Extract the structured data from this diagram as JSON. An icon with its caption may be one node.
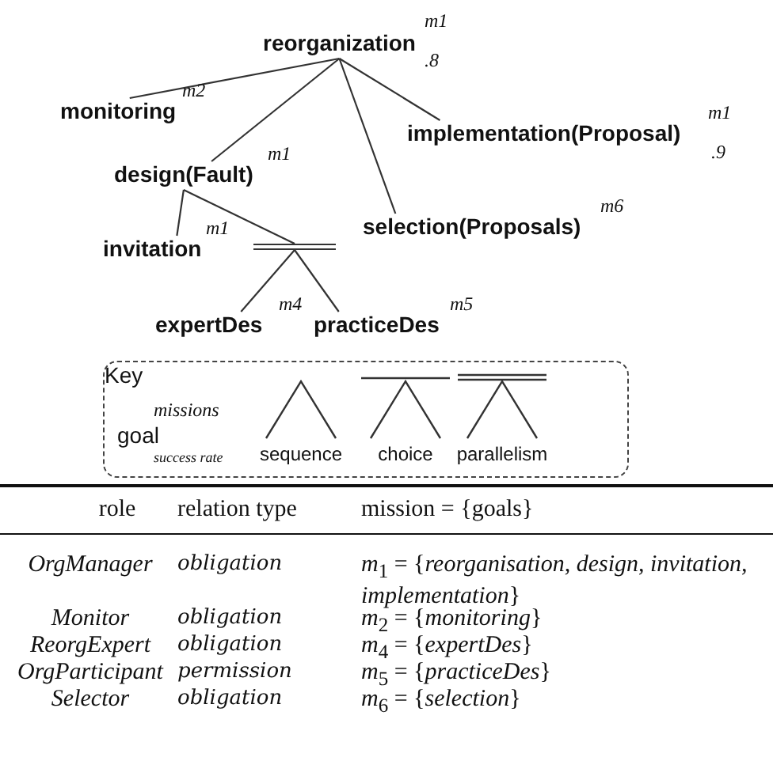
{
  "diagram": {
    "nodes": [
      {
        "text": [
          "reorganization"
        ],
        "beside": [
          "m1",
          ".8"
        ]
      },
      {
        "text": [
          "monitoring"
        ],
        "beside": [
          "m2"
        ]
      },
      {
        "text": [
          "implementation(Proposal)"
        ],
        "beside": [
          "m1",
          ".9"
        ]
      },
      {
        "text": [
          "design(Fault)"
        ],
        "beside": [
          "m1"
        ]
      },
      {
        "text": [
          "selection(Proposals)"
        ],
        "beside": [
          "m6"
        ]
      },
      {
        "text": [
          "invitation"
        ],
        "beside": [
          "m1"
        ]
      },
      {
        "text": [],
        "shape": "bar"
      },
      {
        "text": [
          "expertDes"
        ],
        "beside": [
          "m4"
        ]
      },
      {
        "text": [
          "practiceDes"
        ],
        "beside": [
          "m5"
        ]
      },
      {
        "text": [
          "Key"
        ]
      },
      {
        "text": [
          "goal"
        ],
        "in": 9,
        "beside": [
          "missions",
          "success rate"
        ]
      },
      {
        "text": [
          "sequence"
        ],
        "in": 9
      },
      {
        "text": [
          "choice"
        ],
        "in": 9
      },
      {
        "text": [
          "parallelism"
        ],
        "in": 9
      }
    ],
    "edges": [
      {
        "from": 0,
        "to": 1,
        "arrow": "none"
      },
      {
        "from": 0,
        "to": 3,
        "arrow": "none"
      },
      {
        "from": 0,
        "to": 4,
        "arrow": "none"
      },
      {
        "from": 0,
        "to": 2,
        "arrow": "none"
      },
      {
        "from": 3,
        "to": 5,
        "arrow": "none"
      },
      {
        "from": 3,
        "to": 6,
        "arrow": "none"
      },
      {
        "from": 6,
        "to": 7,
        "arrow": "none"
      },
      {
        "from": 6,
        "to": 8,
        "arrow": "none"
      }
    ],
    "labels": [
      "role",
      "relation type",
      "mission = {goals}",
      "OrgManager",
      "obligation",
      "*m*$_{1}$ = {*reorganisation, design, invitation, implementation*}",
      "Monitor",
      "obligation",
      "*m*$_{2}$ = {*monitoring*}",
      "ReorgExpert",
      "obligation",
      "*m*$_{4}$ = {*expertDes*}",
      "OrgParticipant",
      "permission",
      "*m*$_{5}$ = {*practiceDes*}",
      "Selector",
      "obligation",
      "*m*$_{6}$ = {*selection*}"
    ]
  }
}
